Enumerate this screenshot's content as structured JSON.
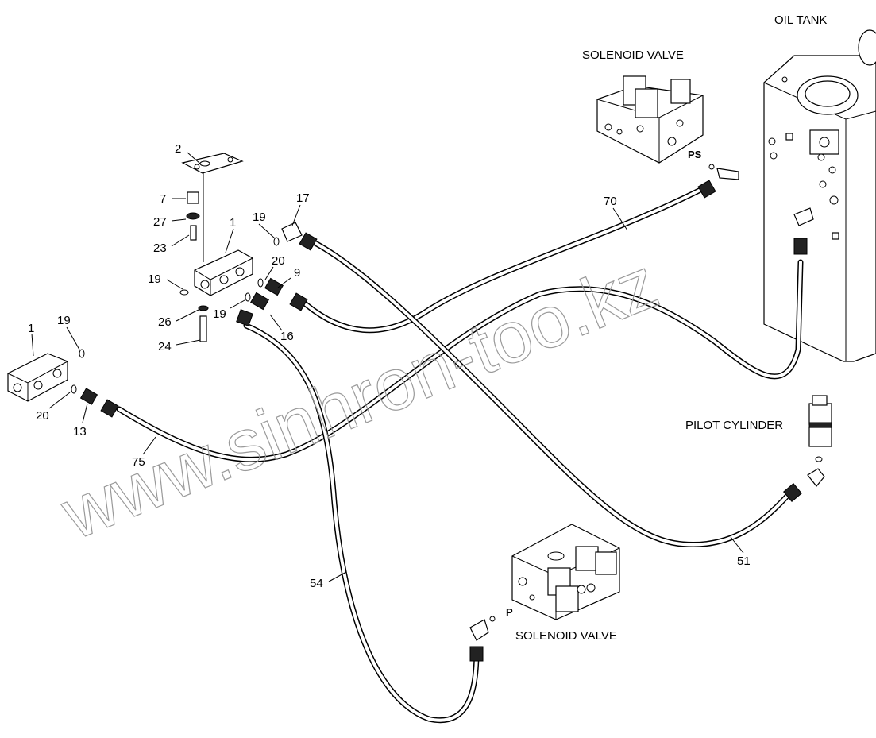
{
  "components": {
    "oil_tank": "OIL TANK",
    "solenoid_valve_top": "SOLENOID VALVE",
    "solenoid_valve_bottom": "SOLENOID VALVE",
    "pilot_cylinder": "PILOT CYLINDER"
  },
  "ports": {
    "ps": "PS",
    "p": "P"
  },
  "callouts": {
    "c2": "2",
    "c7": "7",
    "c27": "27",
    "c23": "23",
    "c1_upper": "1",
    "c19_a": "19",
    "c17": "17",
    "c20_a": "20",
    "c9": "9",
    "c19_b": "19",
    "c19_c": "19",
    "c26": "26",
    "c24": "24",
    "c16": "16",
    "c1_lower": "1",
    "c19_d": "19",
    "c20_b": "20",
    "c13": "13",
    "c75": "75",
    "c70": "70",
    "c51": "51",
    "c54": "54"
  },
  "watermark": "www.sinhron-too.kz"
}
